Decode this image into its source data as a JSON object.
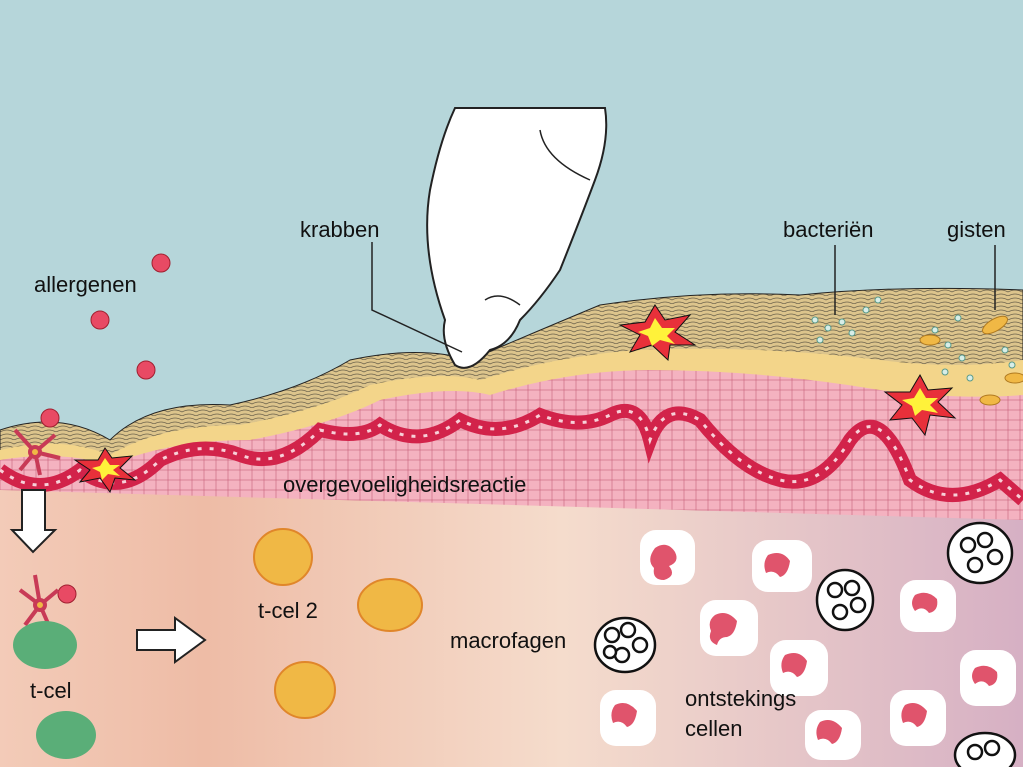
{
  "labels": {
    "scratching": "krabben",
    "bacteria": "bacteriën",
    "yeasts": "gisten",
    "allergens": "allergenen",
    "hypersensitivity": "overgevoeligheidsreactie",
    "t_cell_2": "t-cel 2",
    "macrophages": "macrofagen",
    "t_cell": "t-cel",
    "inflammatory_cells_line1": "ontstekings",
    "inflammatory_cells_line2": "cellen"
  },
  "colors": {
    "sky": "#b6d6da",
    "horny_layer": "#dcc48c",
    "granular_layer": "#f3d58a",
    "epidermis": "#f2a5b5",
    "basal_layer": "#d2234a",
    "dermis_left": "#f0c0aa",
    "dermis_right": "#d8b2c4",
    "allergen": "#e84a64",
    "t_cell": "#5aae78",
    "t_cell_2": "#f0b845",
    "inflammatory_nucleus": "#e0546c"
  }
}
